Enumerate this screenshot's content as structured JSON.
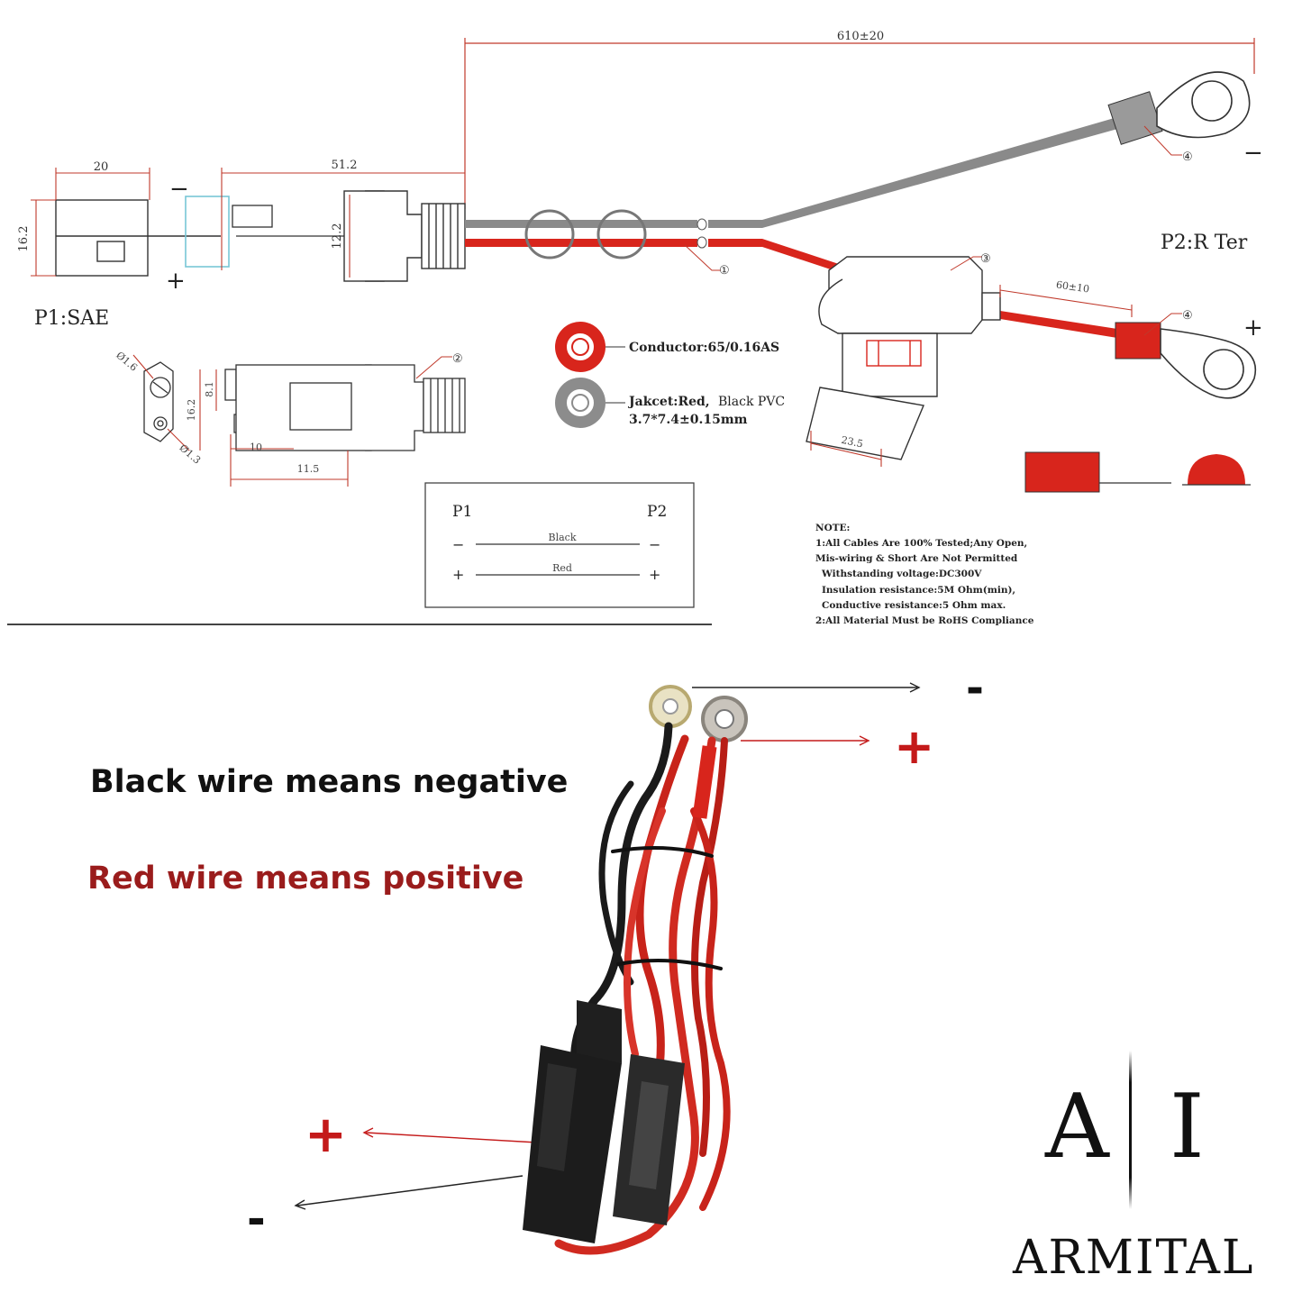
{
  "drawing": {
    "dims": {
      "total_length": "610±20",
      "sae_body": "20",
      "sae_height": "16.2",
      "sae_to_wire": "51.2",
      "boot_height": "12.2",
      "fuse_to_ring": "60±10",
      "fuse_width": "23.5",
      "side_height": "16.2",
      "side_pin": "8.1",
      "pin_len": "10",
      "total_side": "11.5",
      "hole_big": "Ø1.6",
      "hole_small": "Ø1.3"
    },
    "labels": {
      "p1": "P1:SAE",
      "p2": "P2:R Ter",
      "minus": "−",
      "plus": "+",
      "callout_1": "①",
      "callout_2": "②",
      "callout_3": "③",
      "callout_4": "④"
    },
    "conductor": "Conductor:65/0.16AS",
    "jacket_a": "Jakcet:Red,",
    "jacket_b": "Black PVC",
    "jacket_size": "3.7*7.4±0.15mm",
    "table": {
      "p1": "P1",
      "p2": "P2",
      "black": "Black",
      "red": "Red",
      "minus": "−",
      "plus": "+"
    },
    "notes": [
      "NOTE:",
      "1:All Cables Are 100% Tested;Any Open,",
      "Mis-wiring & Short Are Not Permitted",
      "Withstanding voltage:DC300V",
      "Insulation resistance:5M Ohm(min),",
      "Conductive resistance:5 Ohm max.",
      "2:All Material Must be RoHS Compliance"
    ]
  },
  "photo": {
    "caption_black": "Black wire means negative",
    "caption_red": "Red wire means positive",
    "sign_minus_top": "-",
    "sign_plus_top": "+",
    "sign_plus_bottom": "+",
    "sign_minus_bottom": "-"
  },
  "logo": {
    "letter_left": "A",
    "letter_right": "I",
    "word": "ARMITAL"
  },
  "colors": {
    "red_wire": "#d8251c",
    "black_wire": "#777777",
    "caption_red": "#9a1c1c",
    "sign_red": "#c41a1a",
    "dim_red": "#c0392b"
  }
}
